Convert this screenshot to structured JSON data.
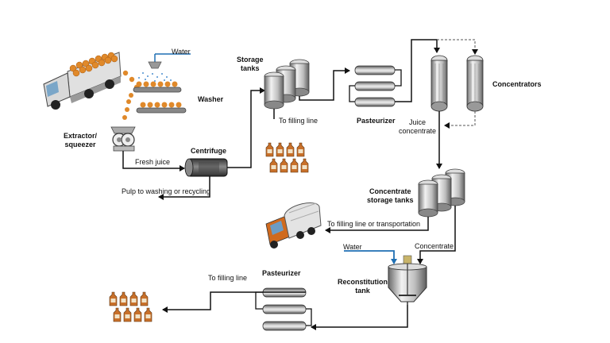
{
  "labels": {
    "water_top": "Water",
    "washer": "Washer",
    "extractor": "Extractor/\nsqueezer",
    "fresh_juice": "Fresh juice",
    "centrifuge": "Centrifuge",
    "pulp": "Pulp to washing or recycling",
    "storage_tanks": "Storage\ntanks",
    "to_filling_line_top": "To filling line",
    "pasteurizer_top": "Pasteurizer",
    "juice_concentrate": "Juice\nconcentrate",
    "concentrators": "Concentrators",
    "concentrate_storage": "Concentrate\nstorage tanks",
    "to_filling_transport": "To filling line or transportation",
    "water_bottom": "Water",
    "concentrate": "Concentrate",
    "reconstitution_tank": "Reconstitution\ntank",
    "pasteurizer_bottom": "Pasteurizer",
    "to_filling_line_bottom": "To filling line"
  },
  "colors": {
    "line": "#111111",
    "water_line": "#1f6fb3",
    "steel_dark": "#5a5a5a",
    "steel_light": "#e6e6e6",
    "orange": "#e0892a",
    "bottle": "#c8702a"
  }
}
